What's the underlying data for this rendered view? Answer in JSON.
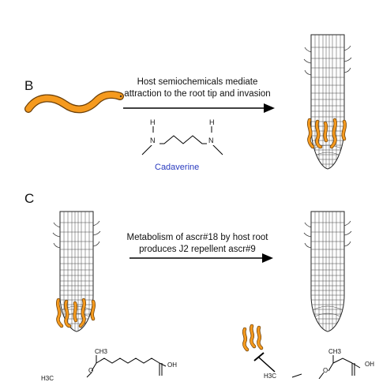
{
  "panel_b": {
    "label": "B",
    "caption_line1": "Host semiochemicals mediate",
    "caption_line2": "attraction to  the root tip and invasion",
    "compound_name": "Cadaverine",
    "atom_h": "H",
    "atom_n": "N"
  },
  "panel_c": {
    "label": "C",
    "caption_line1": "Metabolism of ascr#18 by host root",
    "caption_line2": "produces J2 repellent ascr#9",
    "left_molecule": {
      "ch3": "CH3",
      "o": "O",
      "oh": "OH",
      "h3c": "H3C"
    },
    "right_molecule": {
      "ch3": "CH3",
      "o": "O",
      "oh": "OH",
      "h3c": "H3C"
    }
  },
  "colors": {
    "nematode_fill": "#f59a1e",
    "nematode_stroke": "#6b3f08",
    "compound_label": "#2a3bbf",
    "egg_fill": "#f3e27a"
  }
}
